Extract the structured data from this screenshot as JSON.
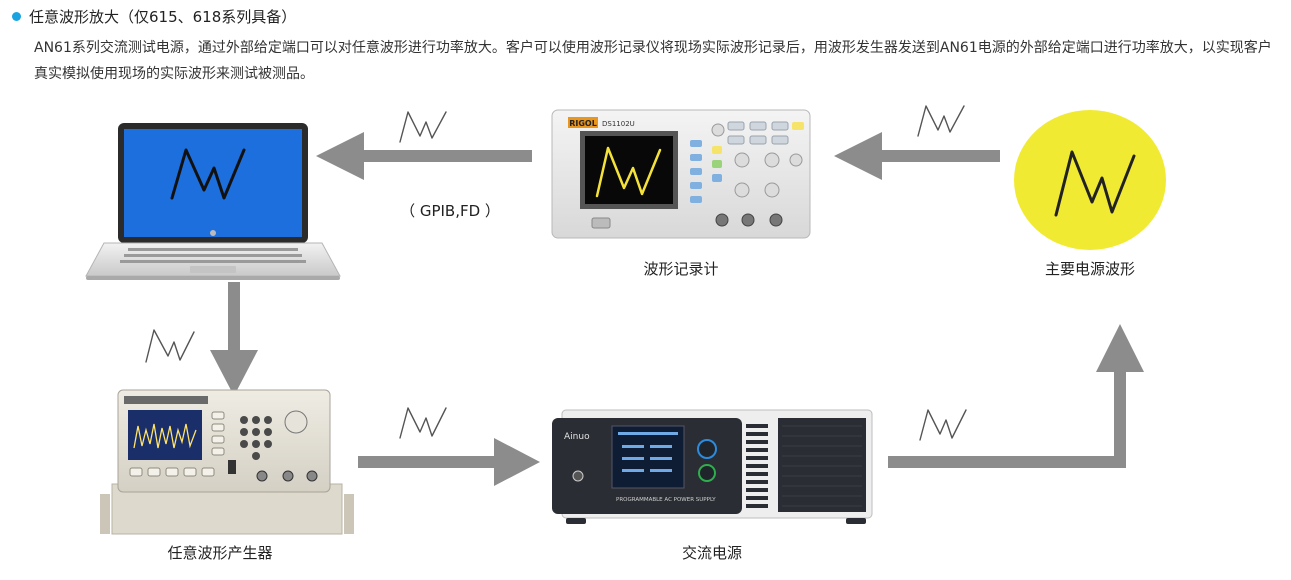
{
  "section": {
    "title": "任意波形放大（仅615、618系列具备）",
    "description": "AN61系列交流测试电源，通过外部给定端口可以对任意波形进行功率放大。客户可以使用波形记录仪将现场实际波形记录后，用波形发生器发送到AN61电源的外部给定端口进行功率放大，以实现客户真实模拟使用现场的实际波形来测试被测品。"
  },
  "diagram": {
    "interface_label": "（ GPIB,FD ）",
    "nodes": {
      "recorder": "波形记录计",
      "source_waveform": "主要电源波形",
      "generator": "任意波形产生器",
      "ac_source": "交流电源"
    },
    "device_text": {
      "rigol_brand": "RIGOL",
      "rigol_model": "DS1102U",
      "ainuo_brand": "Ainuo",
      "ac_panel_text": "PROGRAMMABLE AC POWER SUPPLY"
    },
    "colors": {
      "arrow": "#8c8c8c",
      "laptop_screen": "#1d6fdd",
      "source_circle": "#f0ea33",
      "scope_trace": "#f4e23a",
      "bullet": "#1aa3e0"
    }
  }
}
